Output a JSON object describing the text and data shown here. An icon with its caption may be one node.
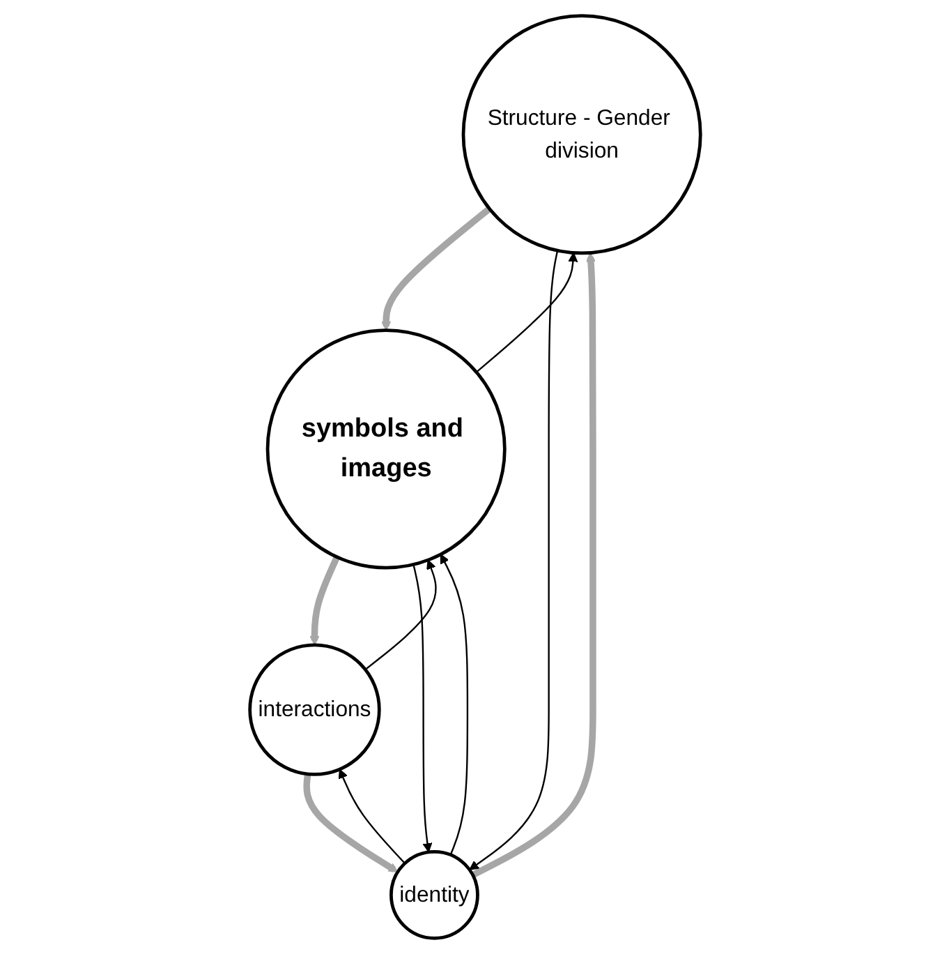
{
  "diagram": {
    "nodes": [
      {
        "text": [
          "Structure - Gender division"
        ]
      },
      {
        "text": [
          "identity"
        ]
      },
      {
        "text": [
          "symbols and images"
        ]
      },
      {
        "text": [
          "interactions"
        ]
      }
    ],
    "edges": [
      {
        "from": 0,
        "to": 2,
        "arrow": "to",
        "style": "thick",
        "color": "#a6a6a6"
      },
      {
        "from": 2,
        "to": 0,
        "arrow": "to"
      },
      {
        "from": 2,
        "to": 3,
        "arrow": "to",
        "style": "thick",
        "color": "#a6a6a6"
      },
      {
        "from": 3,
        "to": 2,
        "arrow": "to"
      },
      {
        "from": 3,
        "to": 1,
        "arrow": "to",
        "style": "thick",
        "color": "#a6a6a6"
      },
      {
        "from": 1,
        "to": 3,
        "arrow": "to"
      },
      {
        "from": 1,
        "to": 0,
        "arrow": "to",
        "style": "thick",
        "color": "#a6a6a6"
      },
      {
        "from": 0,
        "to": 1,
        "arrow": "to"
      },
      {
        "from": 2,
        "to": 1,
        "arrow": "to"
      },
      {
        "from": 1,
        "to": 2,
        "arrow": "to"
      }
    ]
  }
}
